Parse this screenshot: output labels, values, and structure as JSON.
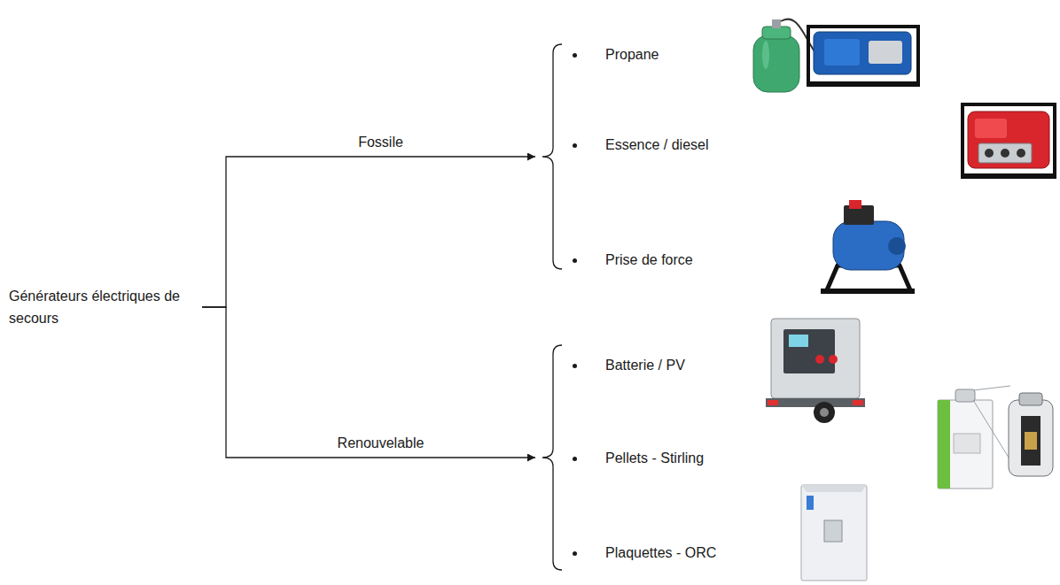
{
  "diagram": {
    "nodes": [
      {
        "text": [
          "Générateurs électriques de secours"
        ]
      },
      {
        "text": [
          "Propane",
          "Essence / diesel",
          "Prise de force"
        ]
      },
      {
        "text": [
          "Batterie / PV",
          "Pellets - Stirling",
          "Plaquettes - ORC"
        ]
      }
    ],
    "edges": [
      {
        "from": 0,
        "to": 1,
        "label": "Fossile",
        "arrow": "to"
      },
      {
        "from": 0,
        "to": 2,
        "label": "Renouvelable",
        "arrow": "to"
      }
    ]
  }
}
